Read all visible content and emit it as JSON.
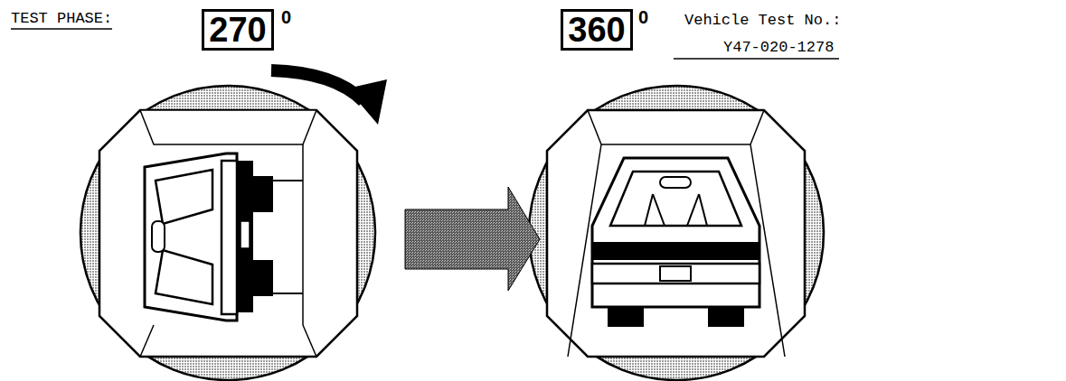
{
  "diagram": {
    "nodes": [
      {
        "text": [
          "270",
          "0"
        ]
      },
      {
        "text": [
          "360",
          "0"
        ]
      }
    ],
    "labels": [
      "TEST PHASE:",
      "Vehicle Test No.:",
      "Y47-020-1278"
    ]
  }
}
